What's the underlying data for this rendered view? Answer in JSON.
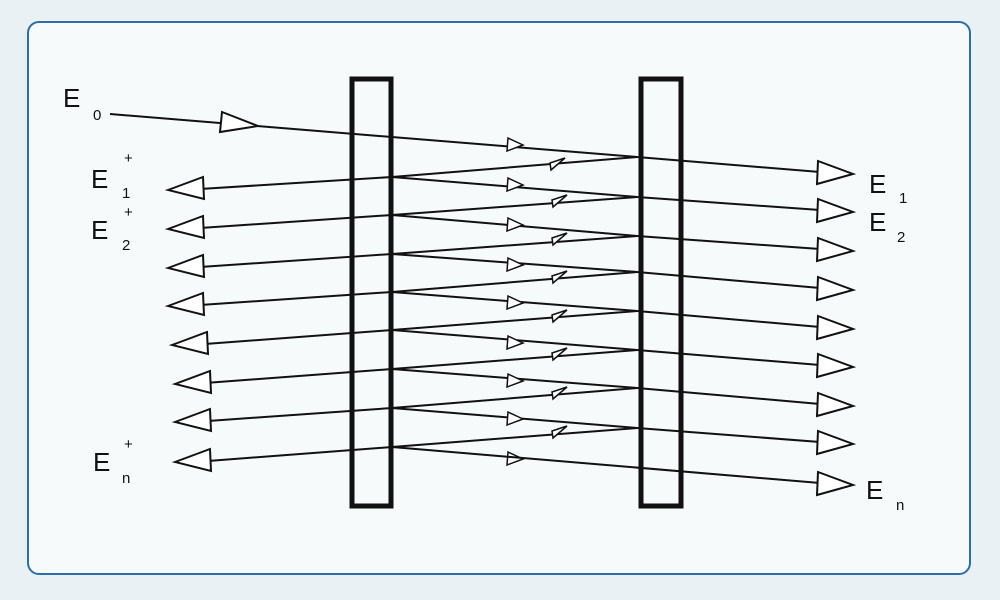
{
  "labels": {
    "incident": {
      "main": "E",
      "sub": "0"
    },
    "reflected": [
      {
        "main": "E",
        "sub": "1",
        "sup": "+"
      },
      {
        "main": "E",
        "sub": "2",
        "sup": "+"
      },
      {
        "main": "E",
        "sub": "n",
        "sup": "+"
      }
    ],
    "transmitted": [
      {
        "main": "E",
        "sub": "1"
      },
      {
        "main": "E",
        "sub": "2"
      },
      {
        "main": "E",
        "sub": "n"
      }
    ]
  },
  "colors": {
    "stroke": "#111111",
    "card_border": "#2e6ea8",
    "card_bg": "#f7fafb"
  }
}
